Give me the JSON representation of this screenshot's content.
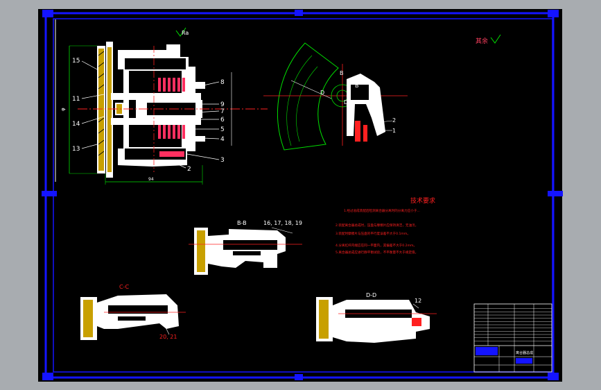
{
  "colors": {
    "background": "#a8acb0",
    "sheet": "#000000",
    "frame": "#1414ff",
    "parts": "#ffffff",
    "labels": "#ff2020",
    "section_hatch": "#c8a000",
    "green": "#00e000",
    "spring": "#ff3060",
    "dims": "#ff2020"
  },
  "roughness_main": "Ra",
  "roughness_other": "其余",
  "main_view": {
    "leaders": [
      "15",
      "11",
      "14",
      "13",
      "9",
      "8",
      "7",
      "6",
      "5",
      "4",
      "3",
      "2"
    ],
    "dim_overall": "φ",
    "dim_bottom": "94"
  },
  "side_view": {
    "markers": [
      "B",
      "B",
      "D",
      "D"
    ],
    "leaders": [
      "2",
      "1"
    ]
  },
  "section_bb": {
    "title": "B-B",
    "leader": "16, 17, 18, 19"
  },
  "section_cc": {
    "title": "C-C",
    "leader": "20, 21"
  },
  "section_dd": {
    "title": "D-D",
    "leader": "12"
  },
  "tech_requirements": {
    "title": "技术要求",
    "lines": [
      "1.经过总成装配后检测离合器分离时的分离力应小于...",
      "2.装配离合器总成时，压盘与摩擦片应保持清洁，无油污。",
      "3.装配时摩擦片与压盘的平行度误差不大于0.1mm。",
      "4.分离杠杆内端应在同一平面内，其偏差不大于0.2mm。",
      "5.离合器总成应进行静平衡试验，不平衡量不大于规定值。"
    ]
  },
  "title_block": {
    "rows": 12,
    "name": "离合器总成"
  }
}
